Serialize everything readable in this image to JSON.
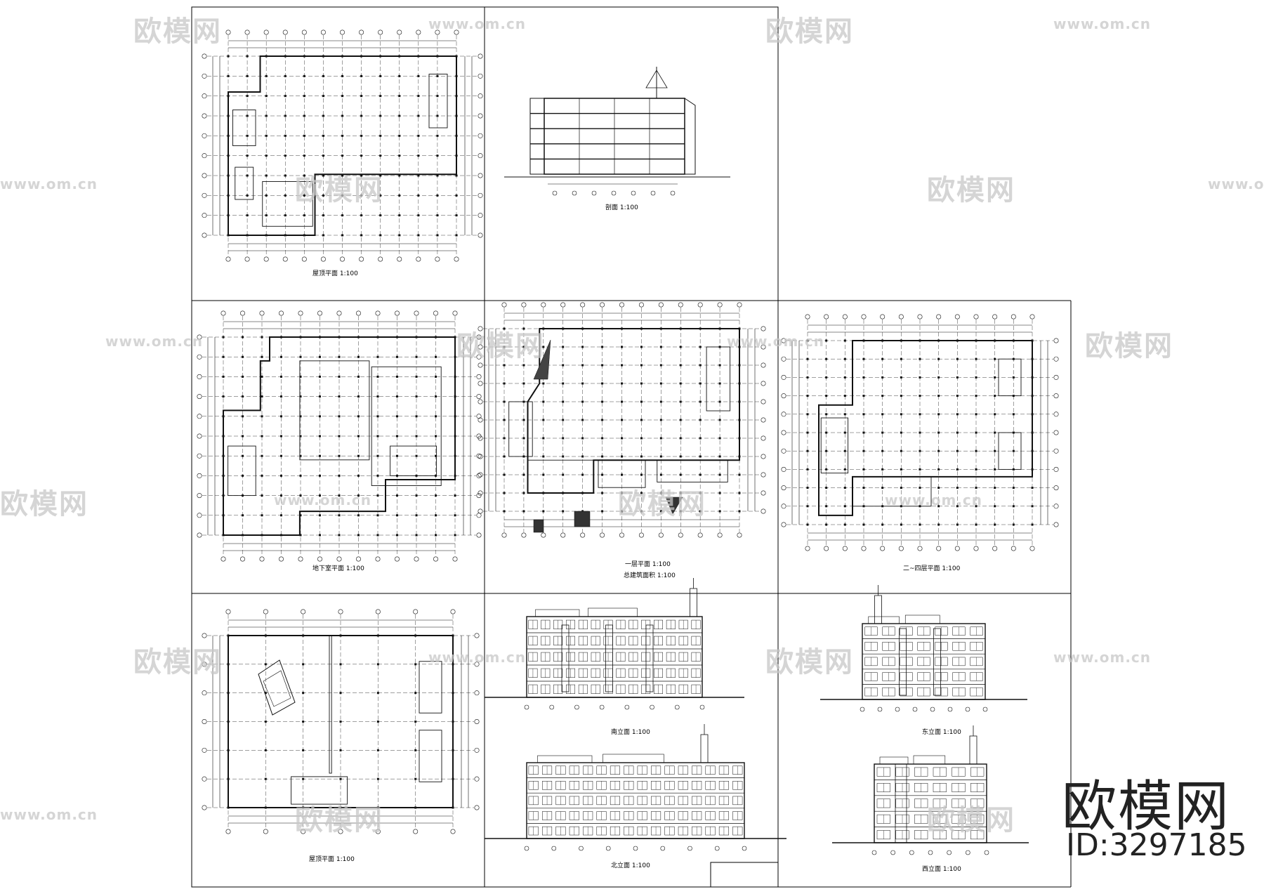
{
  "sheet": {
    "panels": [
      {
        "id": "roof-plan",
        "title": "屋顶平面 1:100"
      },
      {
        "id": "section",
        "title": "剖面 1:100"
      },
      {
        "id": "basement-plan",
        "title": "地下室平面 1:100"
      },
      {
        "id": "first-floor-plan",
        "title": "一层平面 1:100",
        "subtitle": "总建筑面积 1:100"
      },
      {
        "id": "typical-floor-plan",
        "title": "二~四层平面 1:100"
      },
      {
        "id": "attic-plan",
        "title": "屋顶平面 1:100"
      },
      {
        "id": "south-elevation",
        "title": "南立面 1:100"
      },
      {
        "id": "north-elevation",
        "title": "北立面 1:100"
      },
      {
        "id": "east-elevation",
        "title": "东立面 1:100"
      },
      {
        "id": "west-elevation",
        "title": "西立面 1:100"
      }
    ]
  },
  "watermark": {
    "brand": "欧模网",
    "url": "www.om.cn"
  },
  "brand": {
    "logo_text": "欧模网",
    "id_text": "ID:3297185"
  },
  "colors": {
    "line": "#000000",
    "grid": "#222222",
    "watermark": "#c8c8c8",
    "background": "#ffffff"
  }
}
